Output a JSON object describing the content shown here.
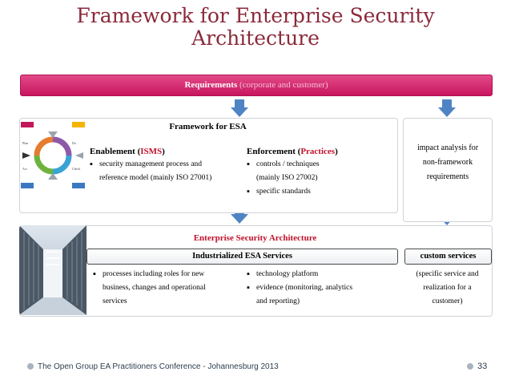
{
  "slide": {
    "title_line1": "Framework for Enterprise Security",
    "title_line2": "Architecture",
    "page_number": "33",
    "footer": "The Open Group EA Practitioners Conference - Johannesburg 2013"
  },
  "requirements": {
    "bold": "Requirements",
    "rest": "(corporate and customer)"
  },
  "framework": {
    "title": "Framework for ESA",
    "enablement": {
      "heading_pre": "Enablement (",
      "heading_red": "ISMS",
      "heading_post": ")",
      "bullets": [
        "security management process and",
        "reference model (mainly ISO 27001)"
      ]
    },
    "enforcement": {
      "heading_pre": "Enforcement (",
      "heading_red": "Practices",
      "heading_post": ")",
      "bullets": [
        "controls / techniques",
        "(mainly ISO 27002)",
        "specific standards"
      ]
    },
    "impact": [
      "impact analysis for",
      "non-framework",
      "requirements"
    ]
  },
  "pdca": {
    "labels": [
      "Plan",
      "Do",
      "Check",
      "Act"
    ]
  },
  "architecture": {
    "title": "Enterprise Security Architecture",
    "industrialized": {
      "title": "Industrialized ESA Services",
      "col1": [
        "processes including roles for new",
        "business, changes and operational",
        "services"
      ],
      "col2": [
        "technology platform",
        "evidence (monitoring, analytics",
        "and reporting)"
      ]
    },
    "custom": {
      "title": "custom services",
      "lines": [
        "(specific service and",
        "realization for a",
        "customer)"
      ]
    }
  },
  "colors": {
    "title": "#8b2a3a",
    "accent_red": "#c0112b",
    "pink_bar": "#d81b6a",
    "arrow_blue": "#4f84c4"
  }
}
